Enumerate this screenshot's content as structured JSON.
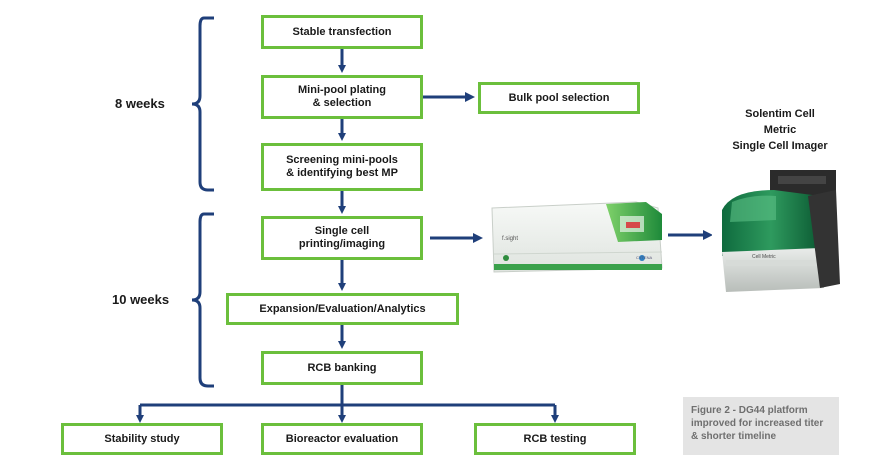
{
  "phases": [
    {
      "label": "8 weeks"
    },
    {
      "label": "10 weeks"
    }
  ],
  "steps": {
    "stable_transfection": "Stable transfection",
    "mini_pool_plating": "Mini-pool plating\n& selection",
    "bulk_pool_selection": "Bulk pool selection",
    "screening_mini_pools": "Screening mini-pools\n& identifying best MP",
    "single_cell_printing": "Single cell\nprinting/imaging",
    "expansion_evaluation": "Expansion/Evaluation/Analytics",
    "rcb_banking": "RCB banking",
    "stability_study": "Stability study",
    "bioreactor_evaluation": "Bioreactor evaluation",
    "rcb_testing": "RCB testing"
  },
  "devices": {
    "imager_title": "Solentim Cell\nMetric\nSingle Cell Imager",
    "printer_label": "f.sight",
    "printer_brand": "CYTENA",
    "imager_label": "Cell Metric"
  },
  "caption": "Figure 2 - DG44 platform\nimproved for increased titer\n& shorter timeline",
  "colors": {
    "box_border": "#6bbf3c",
    "arrow": "#1f3f7a",
    "bracket": "#1f3f7a",
    "caption_bg": "#e4e4e4"
  },
  "icons": [
    "dispenser-device-image",
    "imager-device-image"
  ]
}
